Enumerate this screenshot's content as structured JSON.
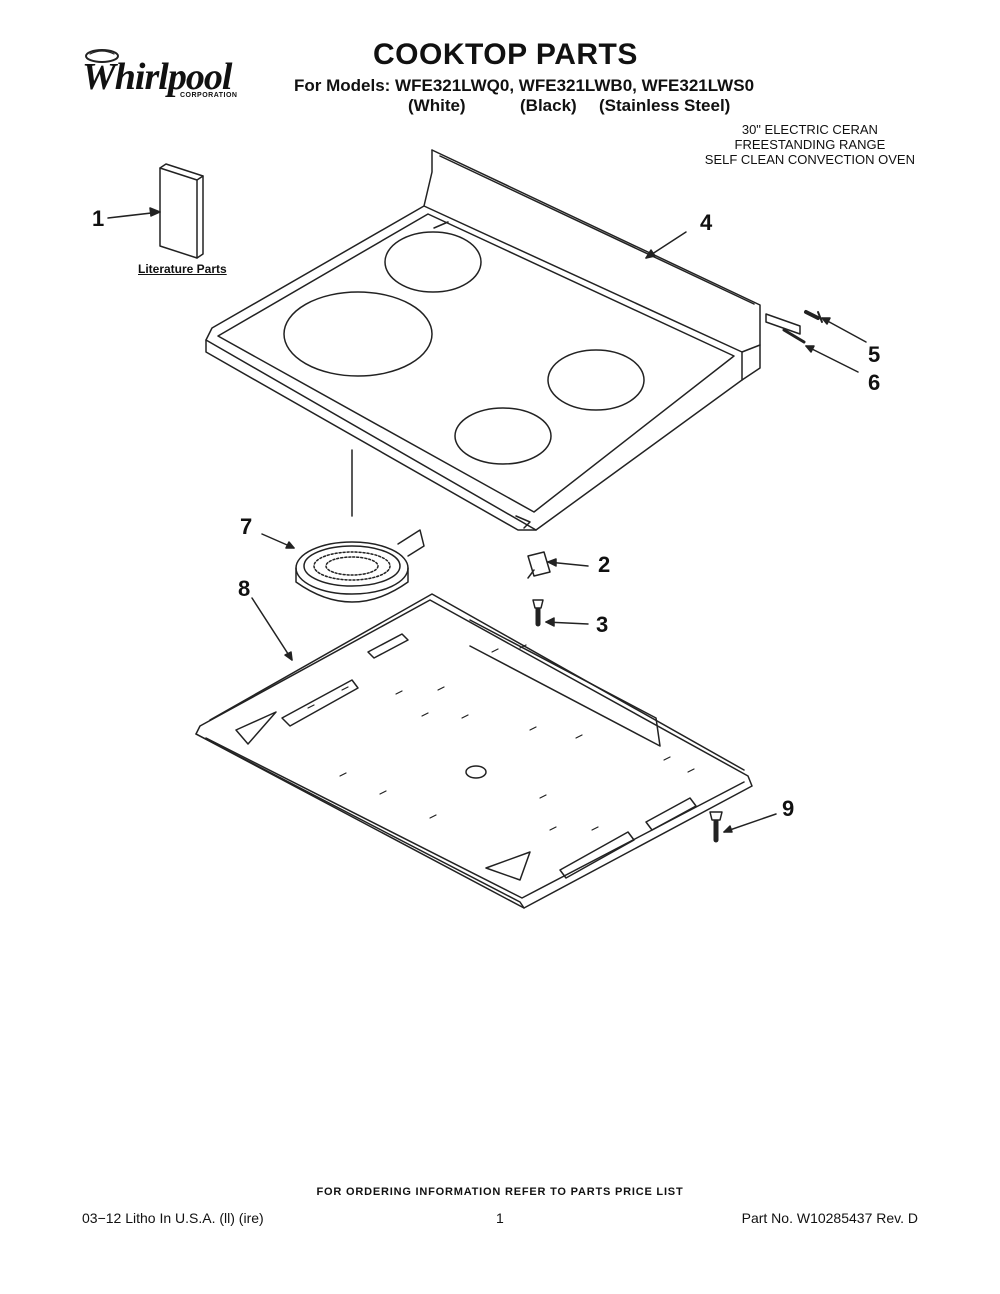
{
  "brand": {
    "logo_text": "Whirlpool",
    "logo_subtext": "CORPORATION"
  },
  "header": {
    "title": "COOKTOP PARTS",
    "models_line": "For Models: WFE321LWQ0, WFE321LWB0, WFE321LWS0",
    "variants": [
      "(White)",
      "(Black)",
      "(Stainless Steel)"
    ],
    "description": [
      "30\" ELECTRIC CERAN",
      "FREESTANDING RANGE",
      "SELF CLEAN CONVECTION OVEN"
    ]
  },
  "diagram": {
    "literature_label": "Literature Parts",
    "callouts": [
      "1",
      "2",
      "3",
      "4",
      "5",
      "6",
      "7",
      "8",
      "9"
    ]
  },
  "footer": {
    "ordering_note": "FOR ORDERING INFORMATION REFER TO PARTS PRICE LIST",
    "litho": "03−12 Litho In U.S.A. (ll) (ire)",
    "page_number": "1",
    "part_number": "Part No. W10285437 Rev. D"
  },
  "colors": {
    "line": "#222222",
    "background": "#ffffff"
  }
}
